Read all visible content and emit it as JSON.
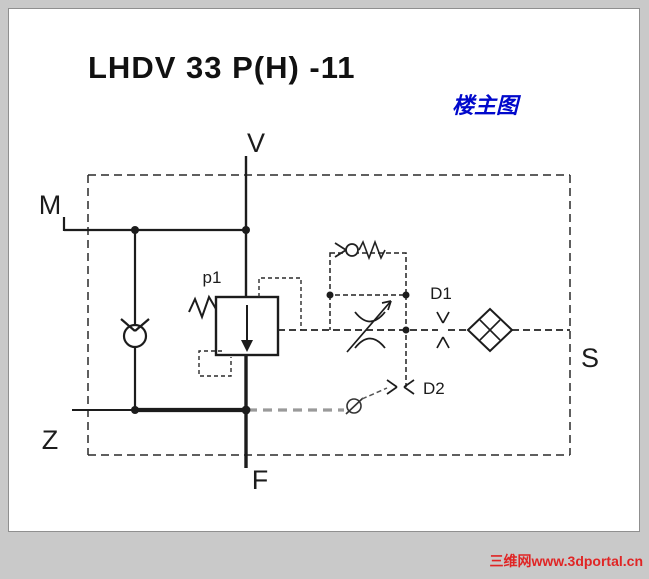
{
  "page": {
    "title": "LHDV 33 P(H) -11",
    "annotation": "楼主图",
    "watermark": "三维网www.3dportal.cn"
  },
  "schematic": {
    "ports": {
      "v": "V",
      "m": "M",
      "z": "Z",
      "f": "F",
      "s": "S",
      "p1": "p1",
      "d1": "D1",
      "d2": "D2"
    },
    "colors": {
      "line": "#1c1c1c",
      "annotation_blue": "#0008cc",
      "watermark_red": "#e02525",
      "frame_gray": "#c9c9c9",
      "canvas_white": "#ffffff",
      "drain_gray": "#9a9a9a"
    }
  }
}
